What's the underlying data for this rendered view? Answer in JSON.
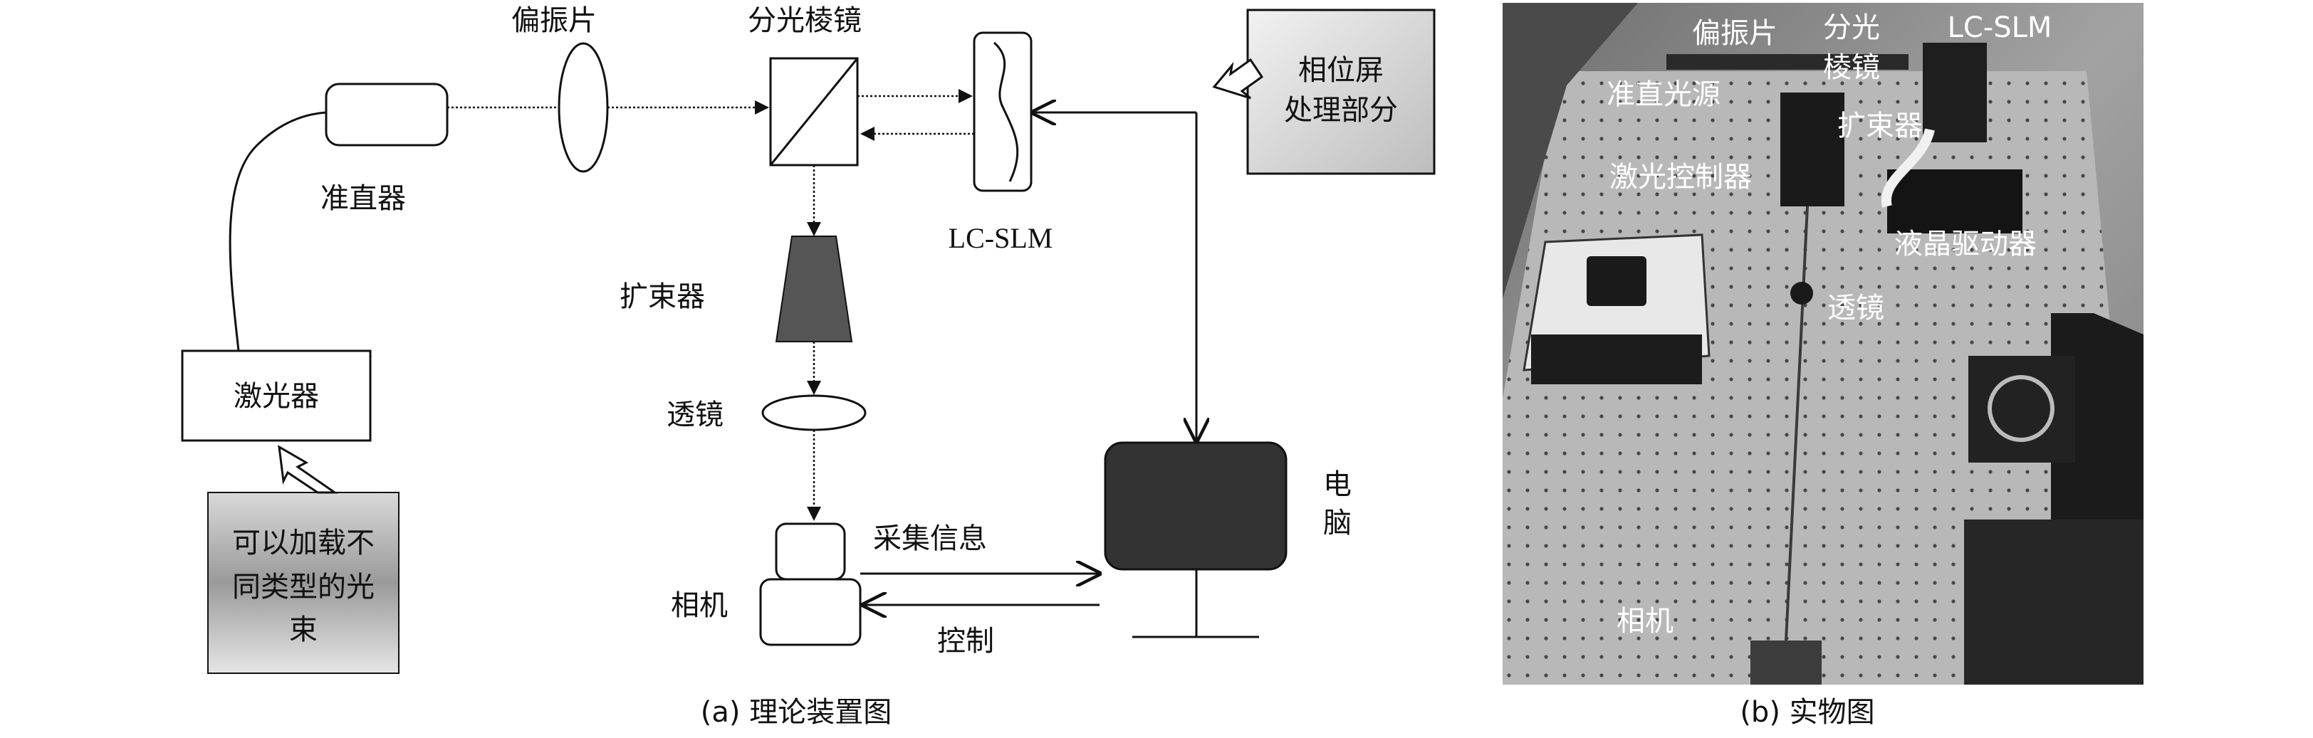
{
  "diagram_a": {
    "labels": {
      "polarizer": "偏振片",
      "prism": "分光棱镜",
      "collimator": "准直器",
      "lcslm": "LC-SLM",
      "phase_screen_line1": "相位屏",
      "phase_screen_line2": "处理部分",
      "expander": "扩束器",
      "lens": "透镜",
      "laser": "激光器",
      "beam_line1": "可以加载不",
      "beam_line2": "同类型的光",
      "beam_line3": "束",
      "computer_line1": "电",
      "computer_line2": "脑",
      "camera": "相机",
      "collect_info": "采集信息",
      "control": "控制"
    },
    "caption": "(a) 理论装置图"
  },
  "photo_b": {
    "labels": {
      "polarizer": "偏振片",
      "prism_line1": "分光",
      "prism_line2": "棱镜",
      "lcslm": "LC-SLM",
      "collimated_source": "准直光源",
      "expander": "扩束器",
      "laser_controller": "激光控制器",
      "lc_driver": "液晶驱动器",
      "lens": "透镜",
      "camera": "相机"
    },
    "caption": "(b) 实物图"
  },
  "colors": {
    "line": "#111111",
    "expander_fill": "#555555",
    "computer_fill": "#333333",
    "photo_bg": "#8a8a8a",
    "label_white": "#ffffff"
  }
}
